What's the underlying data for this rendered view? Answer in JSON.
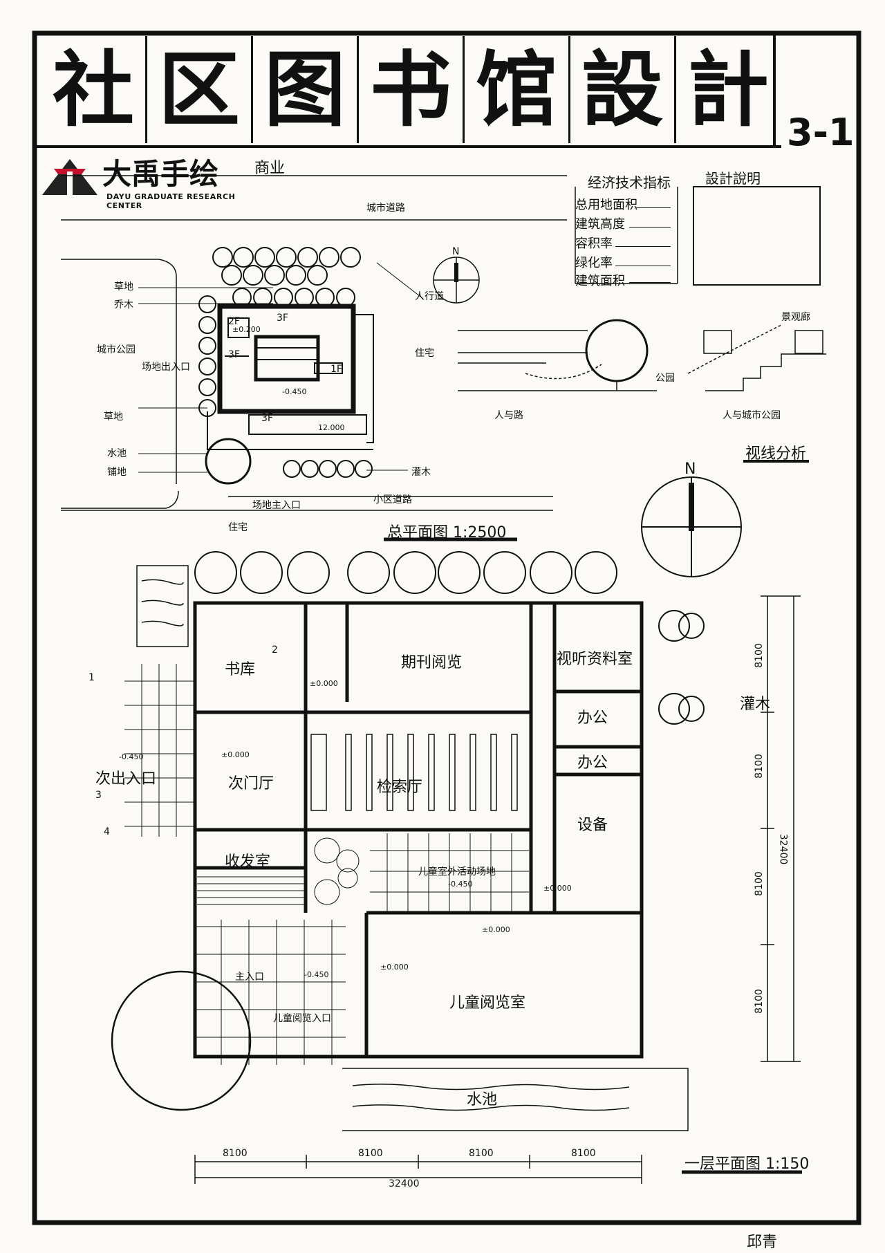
{
  "title": {
    "chars": [
      "社",
      "区",
      "图",
      "书",
      "馆",
      "設",
      "計"
    ],
    "sheet_no": "3-1"
  },
  "logo": {
    "name": "大禹手绘",
    "subtitle": "DAYU GRADUATE RESEARCH CENTER",
    "extra": "商业"
  },
  "site_plan": {
    "road_city": "城市道路",
    "road_community": "小区道路",
    "labels": {
      "grass_1": "草地",
      "tree": "乔木",
      "city_park": "城市公园",
      "plaza_entrance": "场地出入口",
      "grass_2": "草地",
      "pool": "水池",
      "paving": "铺地",
      "shrub": "灌木",
      "main_entrance": "场地主入口",
      "residence_right": "住宅",
      "residence_bottom": "住宅",
      "sidewalk": "人行道"
    },
    "floors": [
      "2F",
      "3F",
      "3F",
      "3F",
      "1F"
    ],
    "elevations": [
      "±0.200",
      "-0.450",
      "12.000"
    ],
    "caption": "总平面图 1:2500",
    "north": "N"
  },
  "indicators": {
    "heading": "经济技术指标",
    "rows": [
      "总用地面积",
      "建筑高度",
      "容积率",
      "绿化率",
      "建筑面积"
    ]
  },
  "design_notes": {
    "heading": "設計說明"
  },
  "sight_analysis": {
    "people_road": "人与路",
    "people_park": "人与城市公园",
    "scenic_corridor": "景观廊",
    "park": "公园",
    "caption": "视线分析"
  },
  "floor_plan": {
    "rooms": {
      "stacks": "书库",
      "periodicals": "期刊阅览",
      "av_room": "视听资料室",
      "office_1": "办公",
      "office_2": "办公",
      "secondary_hall": "次门厅",
      "index_hall": "检索厅",
      "equipment": "设备",
      "reception": "收发室",
      "children_activity": "儿童室外活动场地",
      "children_reading": "儿童阅览室",
      "water": "水池",
      "shrub": "灌木",
      "secondary_entrance": "次出入口",
      "main_entrance": "主入口",
      "kids_entrance": "儿童阅览入口"
    },
    "elevations": [
      "±0.000",
      "±0.000",
      "-0.450",
      "±0.000",
      "±0.000",
      "-0.450",
      "±0.000",
      "-0.450"
    ],
    "marks": [
      "1",
      "2",
      "3",
      "4"
    ],
    "dims_bottom": [
      "8100",
      "8100",
      "8100",
      "8100"
    ],
    "total_bottom": "32400",
    "dims_right": [
      "8100",
      "8100",
      "8100",
      "8100"
    ],
    "total_right": "32400",
    "caption": "一层平面图 1:150",
    "north": "N"
  },
  "signature": "邱青"
}
